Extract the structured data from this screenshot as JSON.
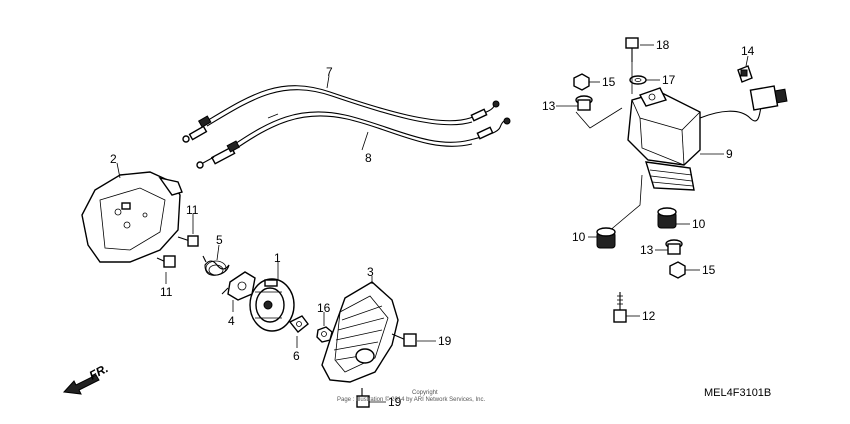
{
  "callouts": {
    "p1": "1",
    "p2": "2",
    "p3": "3",
    "p4": "4",
    "p5": "5",
    "p6": "6",
    "p7": "7",
    "p8": "8",
    "p9": "9",
    "p10a": "10",
    "p10b": "10",
    "p11a": "11",
    "p11b": "11",
    "p12": "12",
    "p13a": "13",
    "p13b": "13",
    "p14": "14",
    "p15a": "15",
    "p15b": "15",
    "p16": "16",
    "p17": "17",
    "p18": "18",
    "p19a": "19",
    "p19b": "19"
  },
  "front_marker": "FR.",
  "copyright_line1": "Copyright",
  "copyright_line2": "Page : Illustration © 2014 by ARI Network Services, Inc.",
  "diagram_code": "MEL4F3101B"
}
